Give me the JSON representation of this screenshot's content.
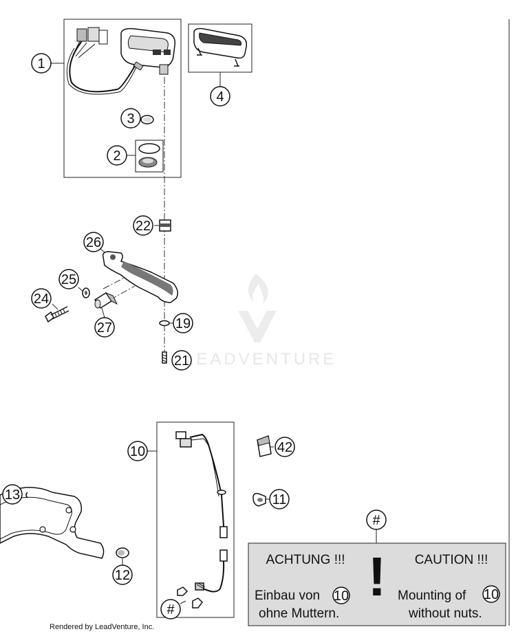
{
  "callouts": [
    {
      "id": "c1",
      "label": "1"
    },
    {
      "id": "c2",
      "label": "2"
    },
    {
      "id": "c3",
      "label": "3"
    },
    {
      "id": "c4",
      "label": "4"
    },
    {
      "id": "c10",
      "label": "10"
    },
    {
      "id": "c11",
      "label": "11"
    },
    {
      "id": "c12",
      "label": "12"
    },
    {
      "id": "c13",
      "label": "13"
    },
    {
      "id": "c19",
      "label": "19"
    },
    {
      "id": "c21",
      "label": "21"
    },
    {
      "id": "c22",
      "label": "22"
    },
    {
      "id": "c24",
      "label": "24"
    },
    {
      "id": "c25",
      "label": "25"
    },
    {
      "id": "c26",
      "label": "26"
    },
    {
      "id": "c27",
      "label": "27"
    },
    {
      "id": "c42",
      "label": "42"
    },
    {
      "id": "chash1",
      "label": "#"
    },
    {
      "id": "chash2",
      "label": "#"
    }
  ],
  "caution": {
    "de_title": "ACHTUNG !!!",
    "en_title": "CAUTION !!!",
    "de_line1": "Einbau von",
    "de_line2": "ohne Muttern.",
    "en_line1": "Mounting of",
    "en_line2": "without nuts.",
    "ref_label": "10",
    "mark": "!"
  },
  "watermark": "LEADVENTURE",
  "footer": "Rendered by LeadVenture, Inc."
}
